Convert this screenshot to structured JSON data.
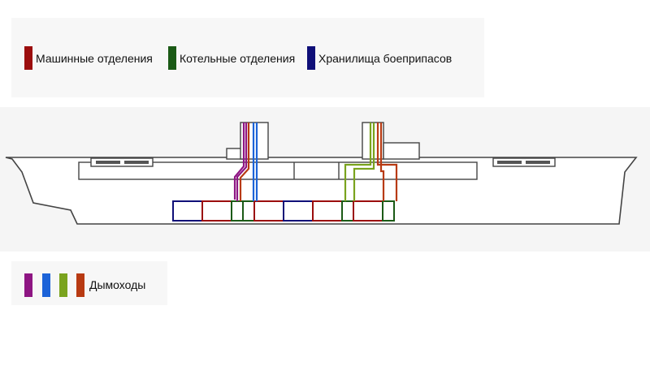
{
  "legend_top": {
    "items": [
      {
        "label": "Машинные отделения",
        "color": "#9b0d0d"
      },
      {
        "label": "Котельные отделения",
        "color": "#1b5a16"
      },
      {
        "label": "Хранилища боеприпасов",
        "color": "#0f0f78"
      }
    ]
  },
  "legend_bottom": {
    "label": "Дымоходы",
    "colors": [
      "#8e1583",
      "#1c63d8",
      "#7aa31e",
      "#b83a12"
    ]
  },
  "diagram": {
    "compartments": [
      {
        "kind": "magazine"
      },
      {
        "kind": "engine"
      },
      {
        "kind": "boiler"
      },
      {
        "kind": "boiler"
      },
      {
        "kind": "engine"
      },
      {
        "kind": "magazine"
      },
      {
        "kind": "engine"
      },
      {
        "kind": "boiler"
      },
      {
        "kind": "engine"
      },
      {
        "kind": "boiler"
      }
    ]
  }
}
